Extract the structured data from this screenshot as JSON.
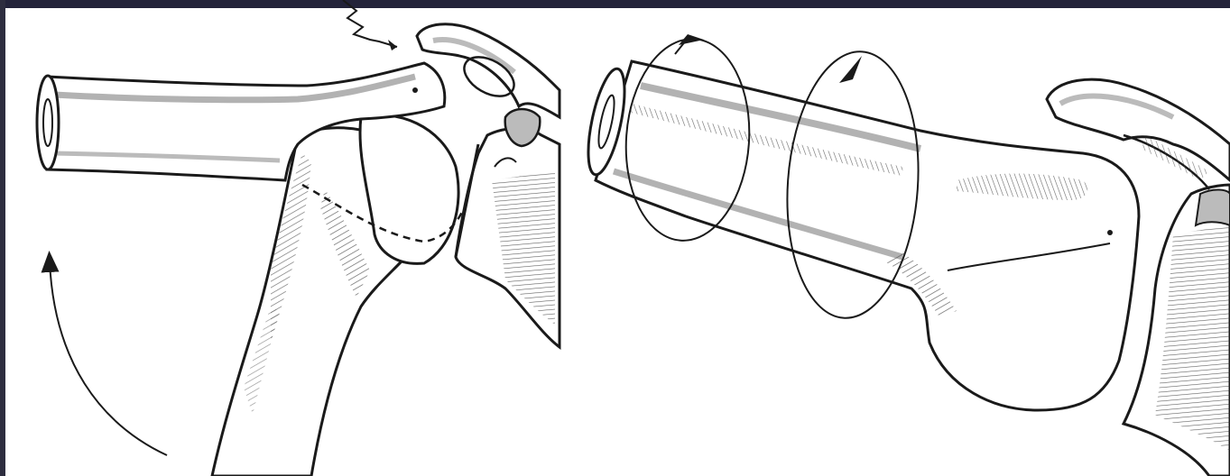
{
  "figure": {
    "colors": {
      "ink": "#1a1a1a",
      "paper": "#ffffff",
      "frame": "#23233a",
      "shade": "#6b6b6b"
    },
    "panels": [
      {
        "name": "left-panel",
        "subject": "abduction-view"
      },
      {
        "name": "right-panel",
        "subject": "rotation-view"
      }
    ]
  }
}
